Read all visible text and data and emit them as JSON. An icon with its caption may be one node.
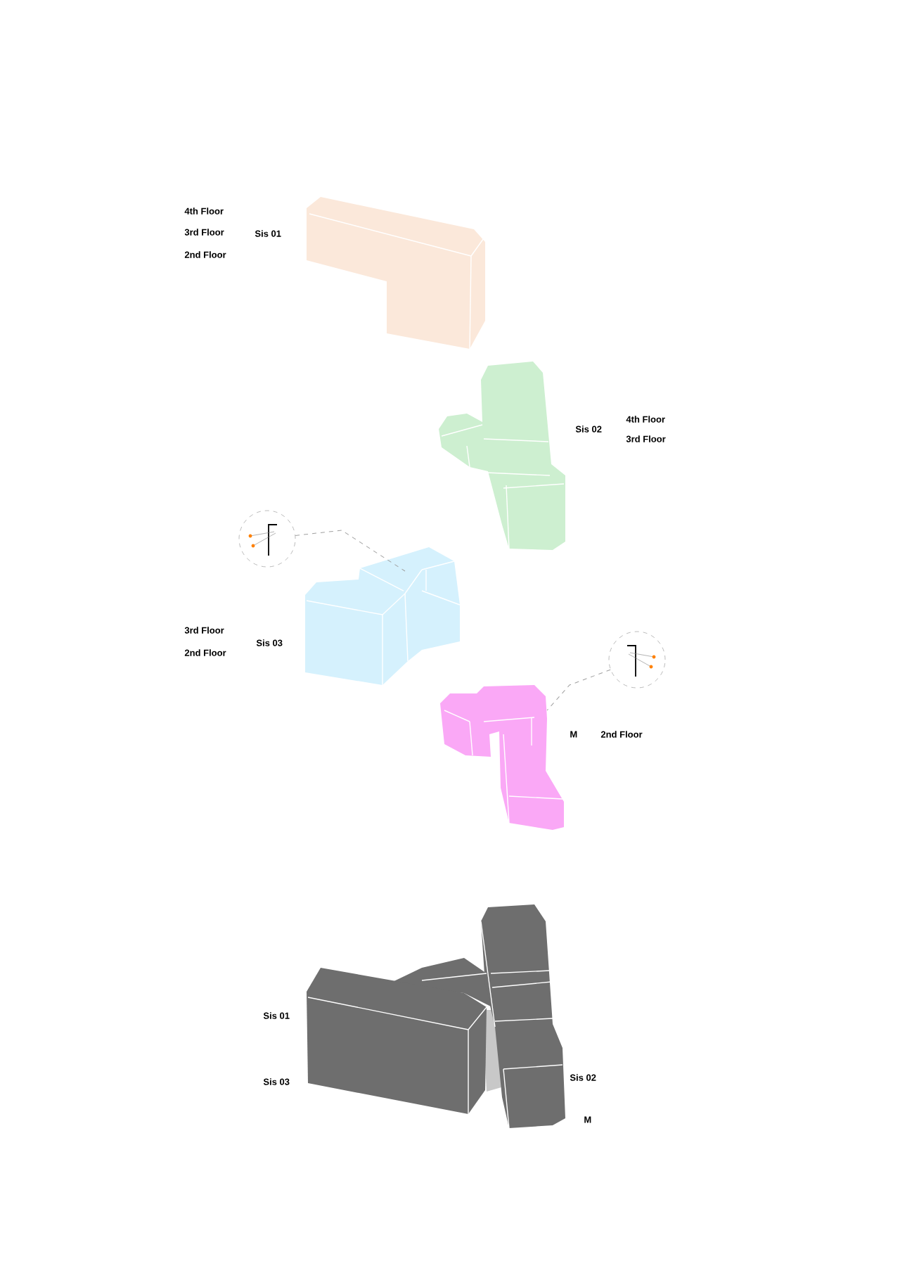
{
  "diagram": {
    "nodes": [
      {
        "text": [],
        "shape": "circle"
      },
      {
        "text": [],
        "shape": "picture"
      },
      {
        "text": [],
        "shape": "circle"
      },
      {
        "text": [],
        "shape": "picture"
      }
    ],
    "edges": [
      {
        "from": 0,
        "to": 1,
        "arrow": "none",
        "style": "dashed"
      },
      {
        "from": 2,
        "to": 3,
        "arrow": "none",
        "style": "dashed"
      }
    ],
    "labels": [
      "4th Floor",
      "3rd Floor",
      "Sis 01",
      "2nd Floor",
      "4th Floor",
      "Sis 02",
      "3rd Floor",
      "3rd Floor",
      "Sis 03",
      "2nd Floor",
      "M",
      "2nd Floor",
      "Sis 01",
      "Sis 02",
      "Sis 03",
      "M"
    ]
  }
}
